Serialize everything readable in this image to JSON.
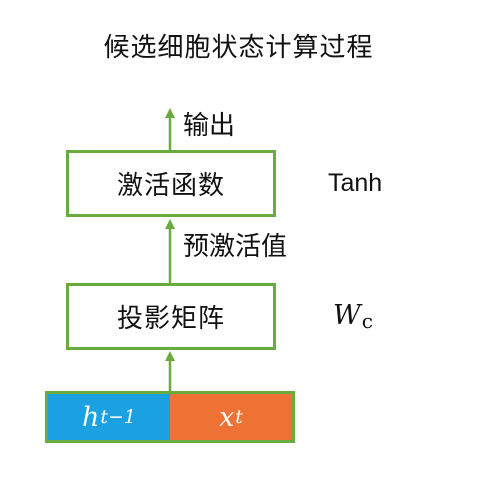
{
  "title": "候选细胞状态计算过程",
  "output_label": "输出",
  "activation_box": {
    "label": "激活函数",
    "function": "Tanh"
  },
  "preactivation_label": "预激活值",
  "projection_box": {
    "label": "投影矩阵",
    "weight_symbol": "W",
    "weight_subscript": "c"
  },
  "input_vector": {
    "cells": [
      {
        "symbol": "h",
        "subscript": "t−1",
        "color": "#1ba1e2"
      },
      {
        "symbol": "x",
        "subscript": "t",
        "color": "#ed7233"
      }
    ]
  },
  "colors": {
    "border": "#6aab3f",
    "arrow": "#6aab3f"
  }
}
